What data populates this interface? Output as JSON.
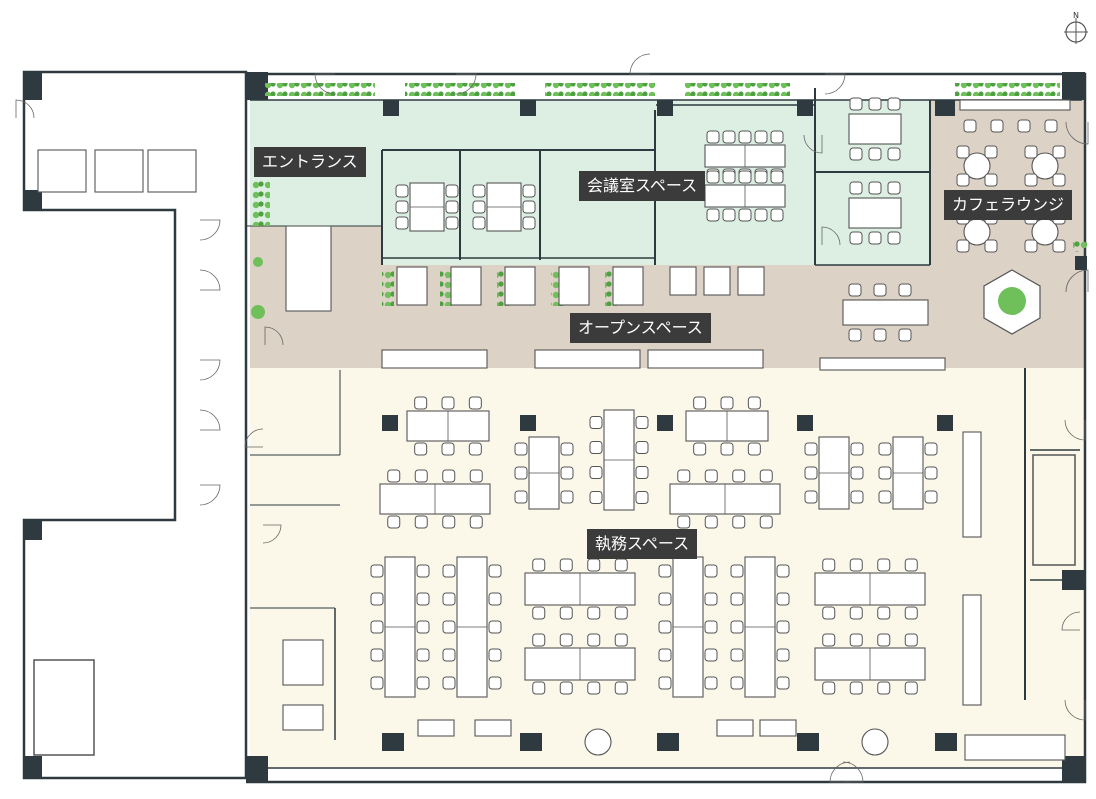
{
  "zones": {
    "entrance": "エントランス",
    "meeting": "会議室スペース",
    "cafe": "カフェラウンジ",
    "open": "オープンスペース",
    "work": "執務スペース"
  },
  "compass": {
    "label": "N"
  },
  "colors": {
    "entrance_meeting": "#dcefe2",
    "cafe_open": "#ddd2c6",
    "work": "#fbf8ea",
    "wall": "#2f3a40",
    "plant": "#6fbf5a",
    "label_bg": "#3b3b3b"
  }
}
